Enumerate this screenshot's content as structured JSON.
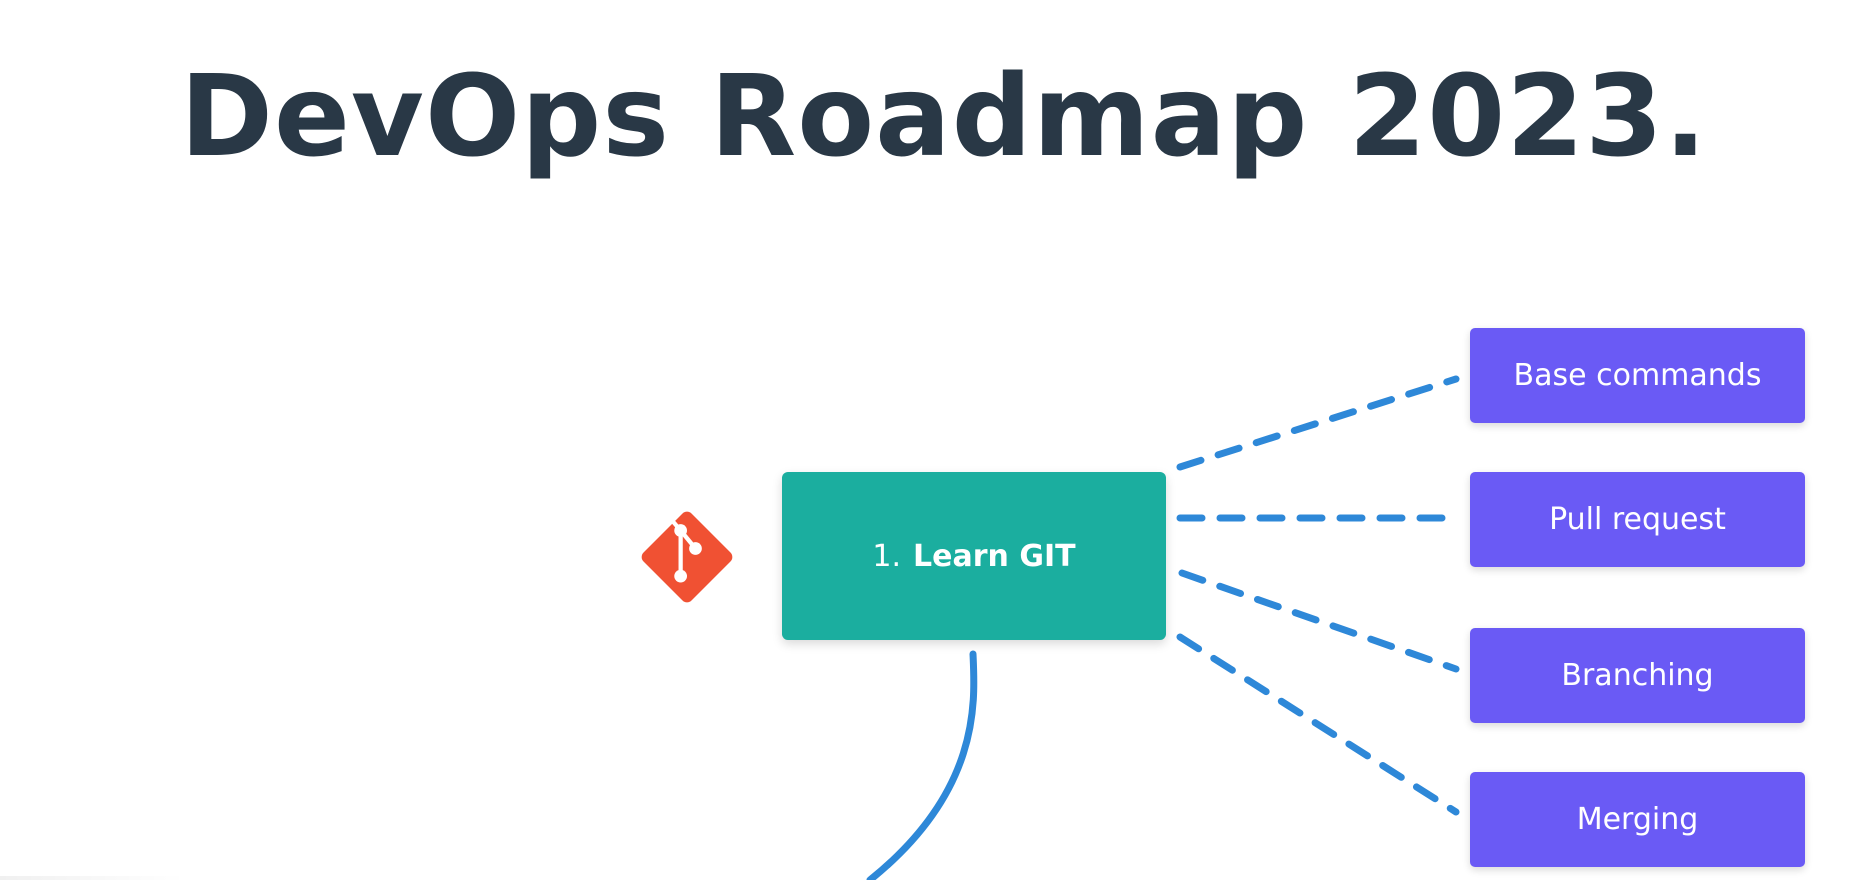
{
  "title": "DevOps Roadmap 2023.",
  "main_node": {
    "number": "1.",
    "label": "Learn GIT",
    "icon": "git-icon",
    "color": "#1BAE9F"
  },
  "sub_nodes": [
    {
      "label": "Base commands"
    },
    {
      "label": "Pull request"
    },
    {
      "label": "Branching"
    },
    {
      "label": "Merging"
    }
  ],
  "colors": {
    "title": "#293846",
    "sub_node": "#6A5AF5",
    "connector": "#2E88D8",
    "git": "#F05133"
  }
}
